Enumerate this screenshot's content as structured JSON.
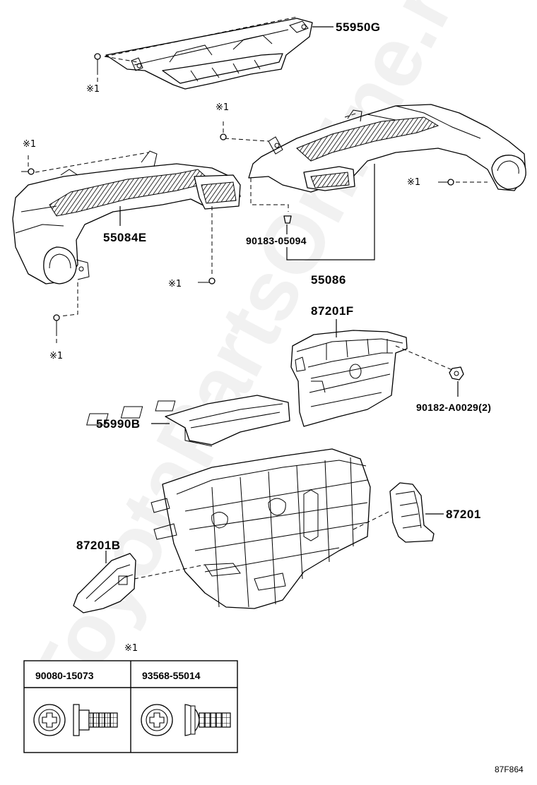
{
  "watermark": "ToyotaPartsOnline.ru",
  "diagram_code": "87F864",
  "screw_marker": "※1",
  "parts": {
    "duct_55950G": "55950G",
    "duct_55084E": "55084E",
    "duct_55086": "55086",
    "clip_90183": "90183-05094",
    "case_87201F": "87201F",
    "nut_90182": "90182-A0029(2)",
    "duct_55990B": "55990B",
    "cover_87201": "87201",
    "cover_87201B": "87201B"
  },
  "legend": {
    "marker": "※1",
    "col1": "90080-15073",
    "col2": "93568-55014"
  }
}
